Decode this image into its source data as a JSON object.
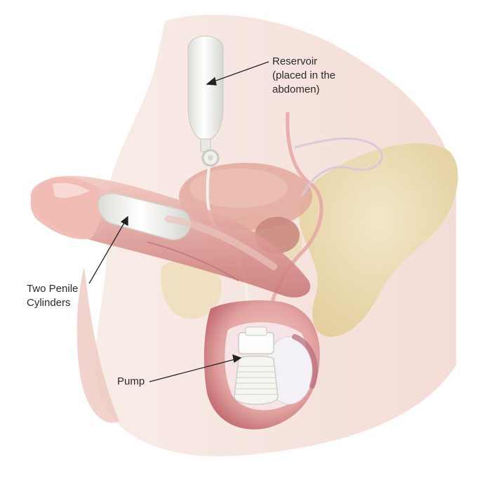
{
  "labels": {
    "reservoir": "Reservoir\n(placed in the\nabdomen)",
    "cylinders": "Two Penile\nCylinders",
    "pump": "Pump"
  },
  "colors": {
    "skin": "#f3d9d2",
    "skin_dark": "#e6b8ad",
    "tissue": "#d99a92",
    "tissue_dark": "#b9646a",
    "bone": "#ecdcb4",
    "device": "#f2f2ef",
    "line": "#222222"
  }
}
